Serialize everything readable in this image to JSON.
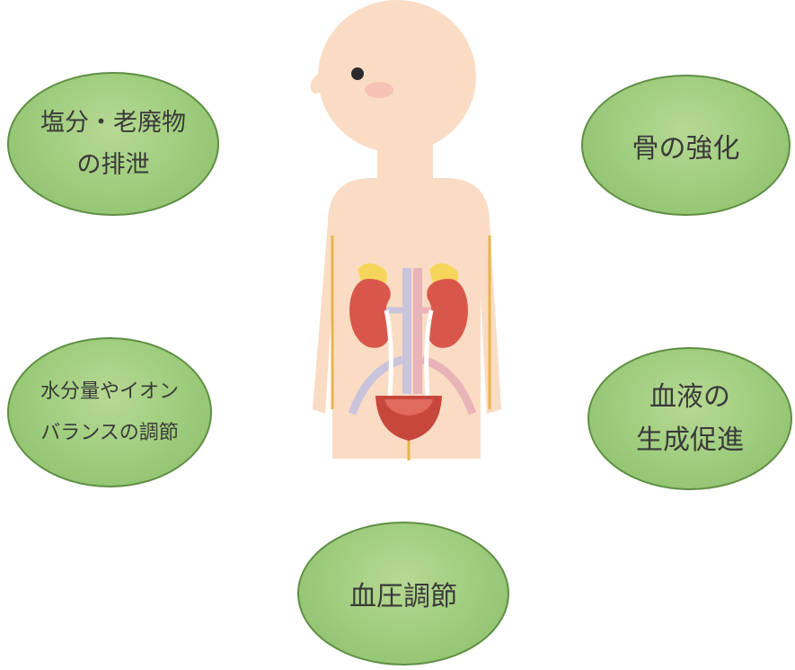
{
  "functions": {
    "top_left": [
      "塩分・老廃物",
      "の排泄"
    ],
    "top_right": [
      "骨の強化"
    ],
    "middle_left": [
      "水分量やイオン",
      "バランスの調節"
    ],
    "middle_right": [
      "血液の",
      "生成促進"
    ],
    "bottom": [
      "血圧調節"
    ]
  },
  "colors": {
    "oval_fill": "#9ccc7b",
    "oval_border": "#5f8f44",
    "skin": "#fadcc4",
    "kidney": "#d9574a",
    "adrenal": "#f5d65a",
    "bladder": "#c8473c"
  },
  "illustration": "child-silhouette-with-kidneys-and-bladder"
}
